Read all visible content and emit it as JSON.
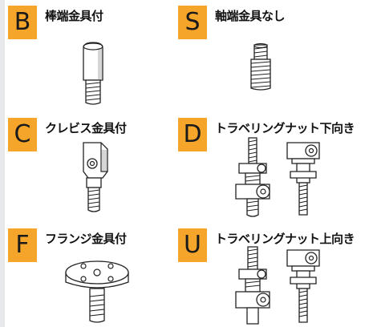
{
  "options": {
    "b": {
      "code": "B",
      "label": "棒端金具付"
    },
    "s": {
      "code": "S",
      "label": "軸端金具なし"
    },
    "c": {
      "code": "C",
      "label": "クレビス金具付"
    },
    "d": {
      "code": "D",
      "label": "トラベリングナット下向き"
    },
    "f": {
      "code": "F",
      "label": "フランジ金具付"
    },
    "u": {
      "code": "U",
      "label": "トラベリングナット上向き"
    }
  },
  "colors": {
    "badge": "#f5a62a",
    "text": "#111111",
    "line": "#222222"
  }
}
